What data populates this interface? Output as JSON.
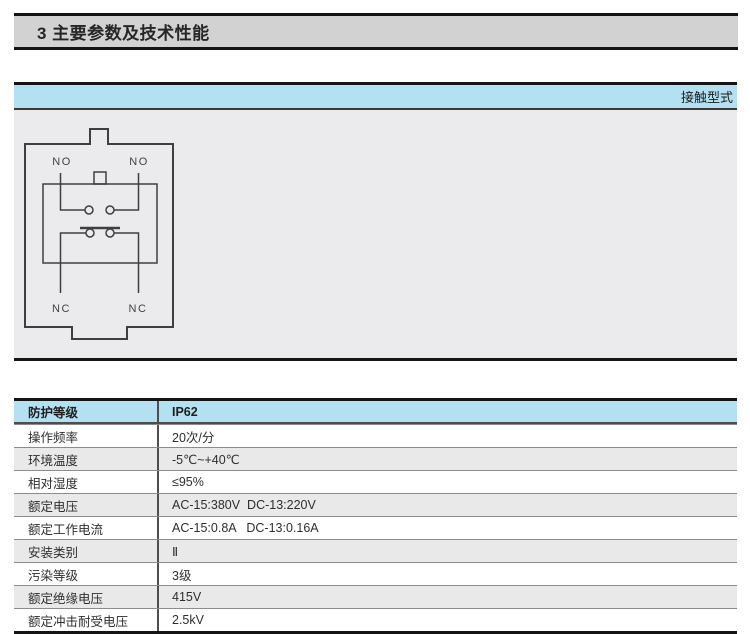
{
  "section": {
    "title": "3 主要参数及技术性能"
  },
  "contact": {
    "bar_label": "接触型式",
    "diagram": {
      "no_left": "NO",
      "no_right": "NO",
      "nc_left": "NC",
      "nc_right": "NC"
    }
  },
  "spec_table": {
    "header": {
      "param": "防护等级",
      "value": "IP62"
    },
    "rows": [
      {
        "param": "操作频率",
        "value": "20次/分"
      },
      {
        "param": "环境温度",
        "value": "-5℃~+40℃"
      },
      {
        "param": "相对湿度",
        "value": "≤95%"
      },
      {
        "param": "额定电压",
        "value": "AC-15:380V  DC-13:220V"
      },
      {
        "param": "额定工作电流",
        "value": "AC-15:0.8A   DC-13:0.16A"
      },
      {
        "param": "安装类别",
        "value": "Ⅱ"
      },
      {
        "param": "污染等级",
        "value": "3级"
      },
      {
        "param": "额定绝缘电压",
        "value": "415V"
      },
      {
        "param": "额定冲击耐受电压",
        "value": "2.5kV"
      }
    ]
  },
  "colors": {
    "accent_blue": "#b3e1f2",
    "title_bar_gray": "#d2d2d2",
    "panel_gray": "#ebebee",
    "alt_row_gray": "#e9e9e9"
  }
}
